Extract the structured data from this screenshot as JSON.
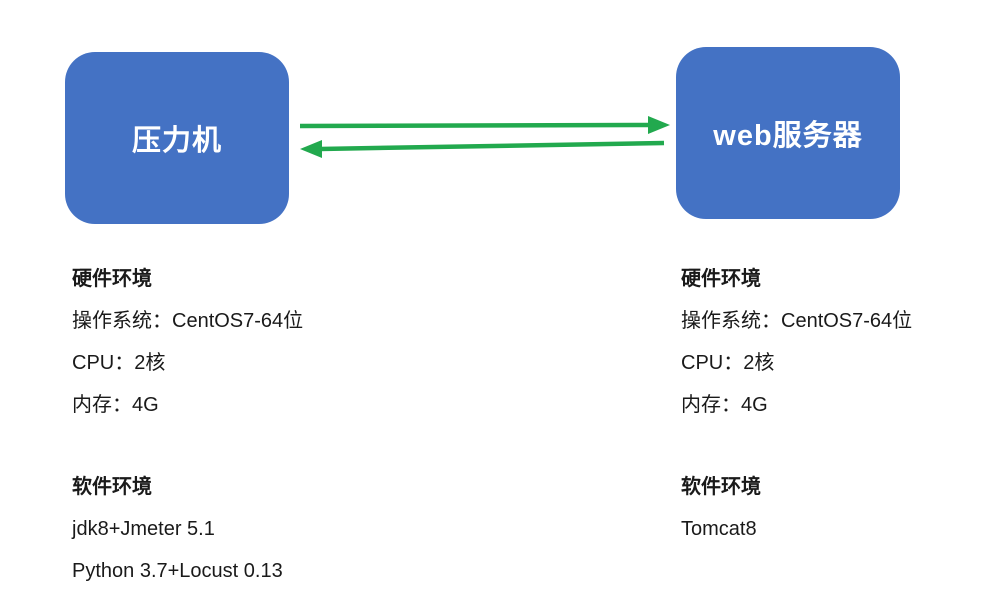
{
  "colors": {
    "node_fill": "#4472C4",
    "node_text": "#FFFFFF",
    "arrow": "#22A94E",
    "text": "#1A1A1A"
  },
  "nodes": {
    "left": {
      "label": "压力机"
    },
    "right": {
      "label": "web服务器"
    }
  },
  "arrows": [
    {
      "name": "top-arrow",
      "direction": "right"
    },
    {
      "name": "bottom-arrow",
      "direction": "left"
    }
  ],
  "left_panel": {
    "hardware_title": "硬件环境",
    "hardware_lines": [
      "操作系统：CentOS7-64位",
      "CPU：2核",
      "内存：4G"
    ],
    "software_title": "软件环境",
    "software_lines": [
      "jdk8+Jmeter 5.1",
      "Python 3.7+Locust 0.13"
    ]
  },
  "right_panel": {
    "hardware_title": "硬件环境",
    "hardware_lines": [
      "操作系统：CentOS7-64位",
      "CPU：2核",
      "内存：4G"
    ],
    "software_title": "软件环境",
    "software_lines": [
      "Tomcat8"
    ]
  }
}
